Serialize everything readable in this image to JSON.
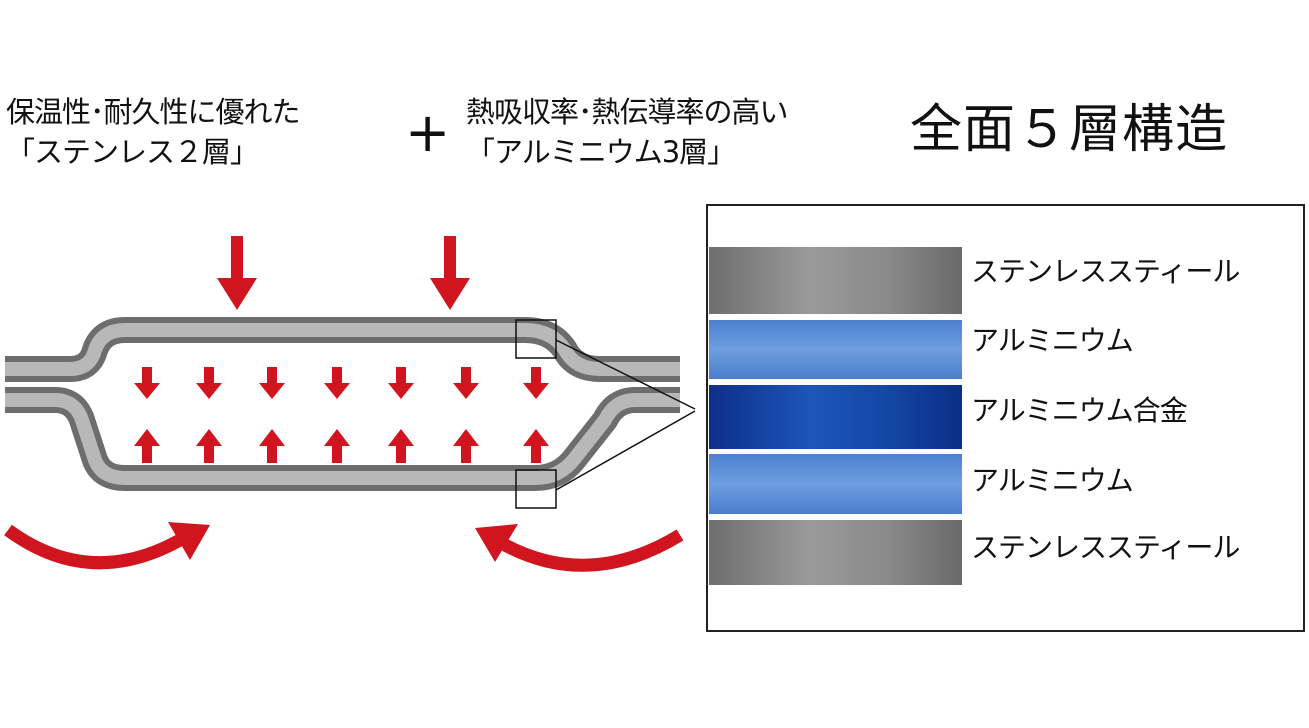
{
  "captions": {
    "stainless": {
      "line1": "保温性･耐久性に優れた",
      "line2": "「ステンレス２層」"
    },
    "plus": "+",
    "aluminium": {
      "line1": "熱吸収率･熱伝導率の高い",
      "line2": "「アルミニウム3層」"
    },
    "title": "全面５層構造"
  },
  "layers": [
    {
      "label": "ステンレススティール",
      "type": "steel"
    },
    {
      "label": "アルミニウム",
      "type": "aluminium"
    },
    {
      "label": "アルミニウム合金",
      "type": "alloy"
    },
    {
      "label": "アルミニウム",
      "type": "aluminium"
    },
    {
      "label": "ステンレススティール",
      "type": "steel"
    }
  ],
  "colors": {
    "arrow": "#d0151f",
    "steel": "#8a8a8a",
    "aluminium": "#5f92db",
    "alloy": "#1347a5"
  }
}
